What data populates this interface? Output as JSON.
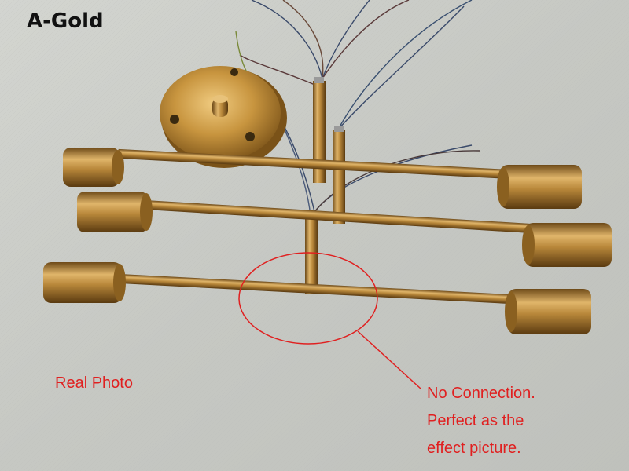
{
  "labels": {
    "title": "A-Gold",
    "real_photo": "Real Photo",
    "note_lines": [
      "No Connection.",
      "Perfect as the",
      "effect picture."
    ]
  },
  "colors": {
    "background": "#c8cac5",
    "brass": "#b8873a",
    "annotation": "#e02020"
  }
}
